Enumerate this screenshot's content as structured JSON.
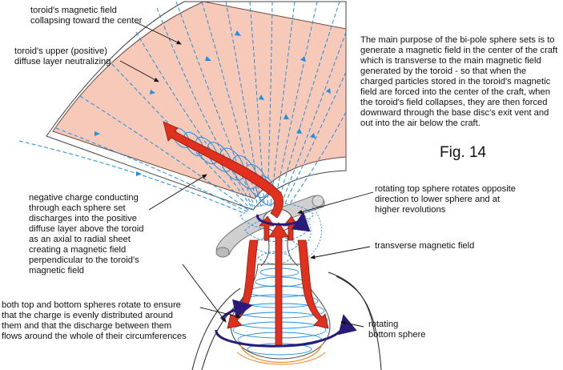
{
  "labels": {
    "collapsing": "toroid's magnetic field\ncollapsing toward the center",
    "upper_layer": "toroid's upper (positive)\ndiffuse layer neutralizing",
    "negative_charge": "negative charge conducting\nthrough each sphere set\ndischarges into the positive\ndiffuse layer above the toroid\nas an axial to radial sheet\ncreating a magnetic field\nperpendicular to the toroid's\nmagnetic field",
    "rotating_top": "rotating top sphere rotates opposite\ndirection to lower sphere and at\nhigher revolutions",
    "transverse": "transverse magnetic field",
    "both_spheres": "both top and bottom spheres rotate to ensure\nthat the charge is evenly distributed around\nthem and that the discharge between them\nflows around the whole of their circumferences",
    "rotating_bottom": "rotating\nbottom sphere"
  },
  "paragraph": "The main purpose of the bi-pole sphere sets is to generate a magnetic field in the center of the craft which is transverse to the main magnetic field generated by the toroid - so that when the charged particles stored in the toroid's magnetic field are forced into the center of the craft, when the toroid's field collapses, they are then forced downward through the base disc's exit vent and out into the air below the craft.",
  "figure_label": "Fig. 14",
  "colors": {
    "toroid_fill": "#f6c9b8",
    "field_lines": "#1f8fe0",
    "arrows": "#e0301e",
    "rotation": "#2a1a7a",
    "orange": "#f08a2a"
  }
}
